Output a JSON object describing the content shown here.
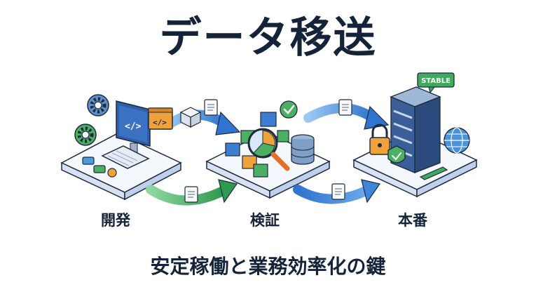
{
  "title": "データ移送",
  "subtitle": "安定稼働と業務効率化の鍵",
  "stages": {
    "development": {
      "label": "開発"
    },
    "testing": {
      "label": "検証"
    },
    "production": {
      "label": "本番"
    }
  },
  "badges": {
    "stable": "STABLE",
    "code_tag": "</>"
  },
  "colors": {
    "title": "#142339",
    "arrow_blue": "#3a7fd5",
    "arrow_green": "#3aa65a",
    "platform": "#eef3fb",
    "outline": "#1f2a3c"
  }
}
